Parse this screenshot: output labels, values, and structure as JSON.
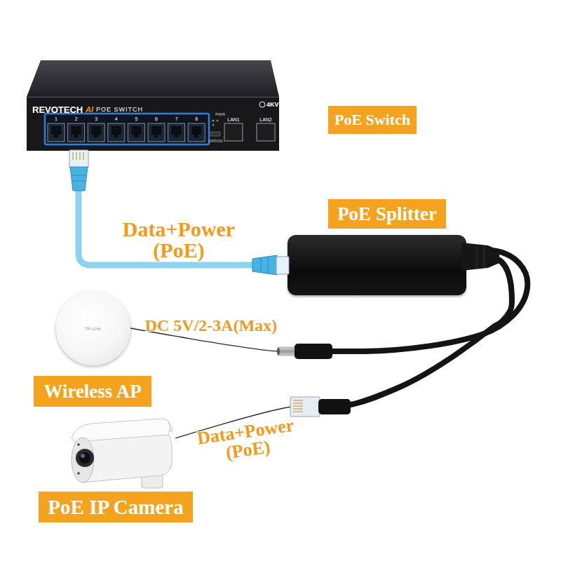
{
  "diagram": {
    "nodes": [
      {
        "text": [
          "PoE Switch"
        ]
      },
      {
        "text": [
          "PoE Splitter"
        ]
      },
      {
        "text": [
          "Wireless AP"
        ]
      },
      {
        "text": [
          "PoE IP Camera"
        ]
      }
    ],
    "edges": [
      {
        "from": 0,
        "to": 1,
        "arrow": "none",
        "label": "Data+Power (PoE)"
      },
      {
        "from": 1,
        "to": 2,
        "arrow": "none",
        "label": "DC 5V/2-3A(Max)"
      },
      {
        "from": 1,
        "to": 3,
        "arrow": "none",
        "label": "Data+Power (PoE)"
      }
    ],
    "labels": [
      "REVOTECH",
      "AI",
      "POE SWITCH",
      "4KV",
      "1",
      "2",
      "3",
      "4",
      "5",
      "6",
      "7",
      "8",
      "LAN1",
      "LAN2",
      "PWR",
      "OFF",
      "ON",
      "TP-LINK"
    ]
  }
}
